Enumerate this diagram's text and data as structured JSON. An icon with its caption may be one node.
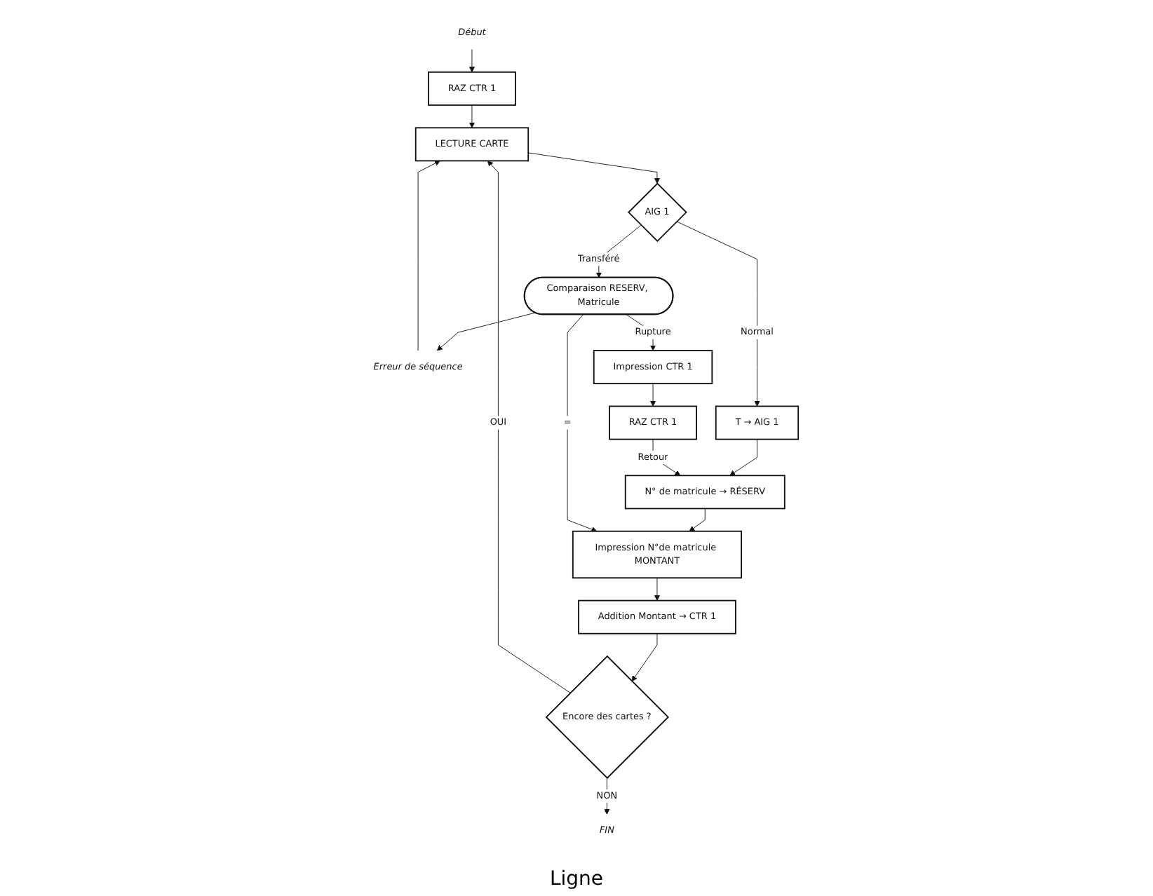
{
  "diagram": {
    "nodes": [
      {
        "text": [
          "Début"
        ]
      },
      {
        "text": [
          "RAZ CTR 1"
        ]
      },
      {
        "text": [
          "LECTURE CARTE"
        ]
      },
      {
        "text": [
          "AIG 1"
        ]
      },
      {
        "text": [
          "T → AIG 1"
        ]
      },
      {
        "text": [
          "N° de matricule → RÉSERV"
        ]
      },
      {
        "text": [
          "Impression N°de matricule MONTANT"
        ]
      },
      {
        "text": [
          "Addition Montant → CTR 1"
        ]
      },
      {
        "text": [
          "Encore des cartes ?"
        ]
      },
      {
        "text": [
          "FIN"
        ]
      },
      {
        "text": [
          "Comparaison RESERV, Matricule"
        ]
      },
      {
        "text": [
          "Erreur de séquence"
        ]
      },
      {
        "text": [
          "Impression CTR 1"
        ]
      },
      {
        "text": [
          "RAZ CTR 1"
        ]
      }
    ],
    "edges": [
      {
        "from": 0,
        "to": 1,
        "arrow": "to"
      },
      {
        "from": 1,
        "to": 2,
        "arrow": "to"
      },
      {
        "from": 2,
        "to": 3,
        "arrow": "to"
      },
      {
        "from": 3,
        "to": 4,
        "label": "Normal",
        "arrow": "to"
      },
      {
        "from": 4,
        "to": 5,
        "arrow": "to"
      },
      {
        "from": 5,
        "to": 6,
        "arrow": "to"
      },
      {
        "from": 6,
        "to": 7,
        "arrow": "to"
      },
      {
        "from": 7,
        "to": 8,
        "arrow": "to"
      },
      {
        "from": 8,
        "to": 9,
        "label": "NON",
        "arrow": "to"
      },
      {
        "from": 8,
        "to": 2,
        "label": "OUI",
        "arrow": "to"
      },
      {
        "from": 3,
        "to": 10,
        "label": "Transféré",
        "arrow": "to"
      },
      {
        "from": 10,
        "to": 11,
        "arrow": "to"
      },
      {
        "from": 11,
        "to": 2,
        "arrow": "to"
      },
      {
        "from": 10,
        "to": 6,
        "label": "=",
        "arrow": "to"
      },
      {
        "from": 10,
        "to": 12,
        "label": "Rupture",
        "arrow": "to"
      },
      {
        "from": 12,
        "to": 13,
        "arrow": "to"
      },
      {
        "from": 13,
        "to": 5,
        "label": "Retour",
        "arrow": "to"
      }
    ],
    "labels": [
      "Ligne"
    ]
  }
}
